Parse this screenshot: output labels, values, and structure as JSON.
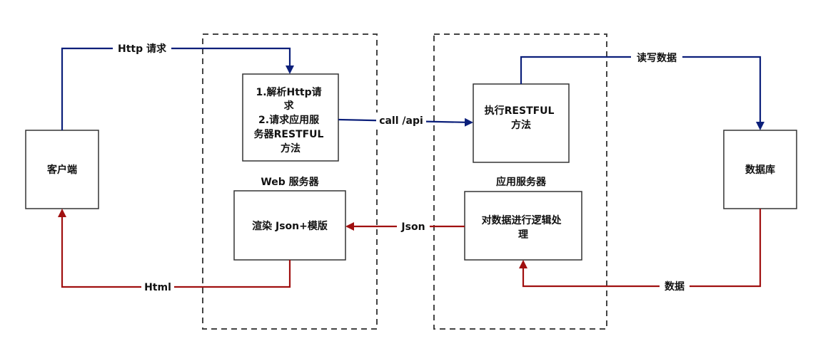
{
  "colors": {
    "request_arrow": "#0b1f7a",
    "response_arrow": "#a01010",
    "box_border": "#333333",
    "dashed_border": "#444444"
  },
  "nodes": {
    "client": {
      "label": "客户端"
    },
    "web_parse": {
      "lines": [
        "1.解析Http请",
        "求",
        "2.请求应用服",
        "务器RESTFUL",
        "方法"
      ]
    },
    "web_server_title": "Web 服务器",
    "web_render": {
      "label": "渲染 Json+模版"
    },
    "app_execute": {
      "lines": [
        "执行RESTFUL",
        "方法"
      ]
    },
    "app_server_title": "应用服务器",
    "app_logic": {
      "lines": [
        "对数据进行逻辑处",
        "理"
      ]
    },
    "database": {
      "label": "数据库"
    }
  },
  "edges": {
    "http_request": "Http 请求",
    "call_api": "call /api",
    "read_write": "读写数据",
    "json": "Json",
    "html": "Html",
    "data": "数据"
  }
}
